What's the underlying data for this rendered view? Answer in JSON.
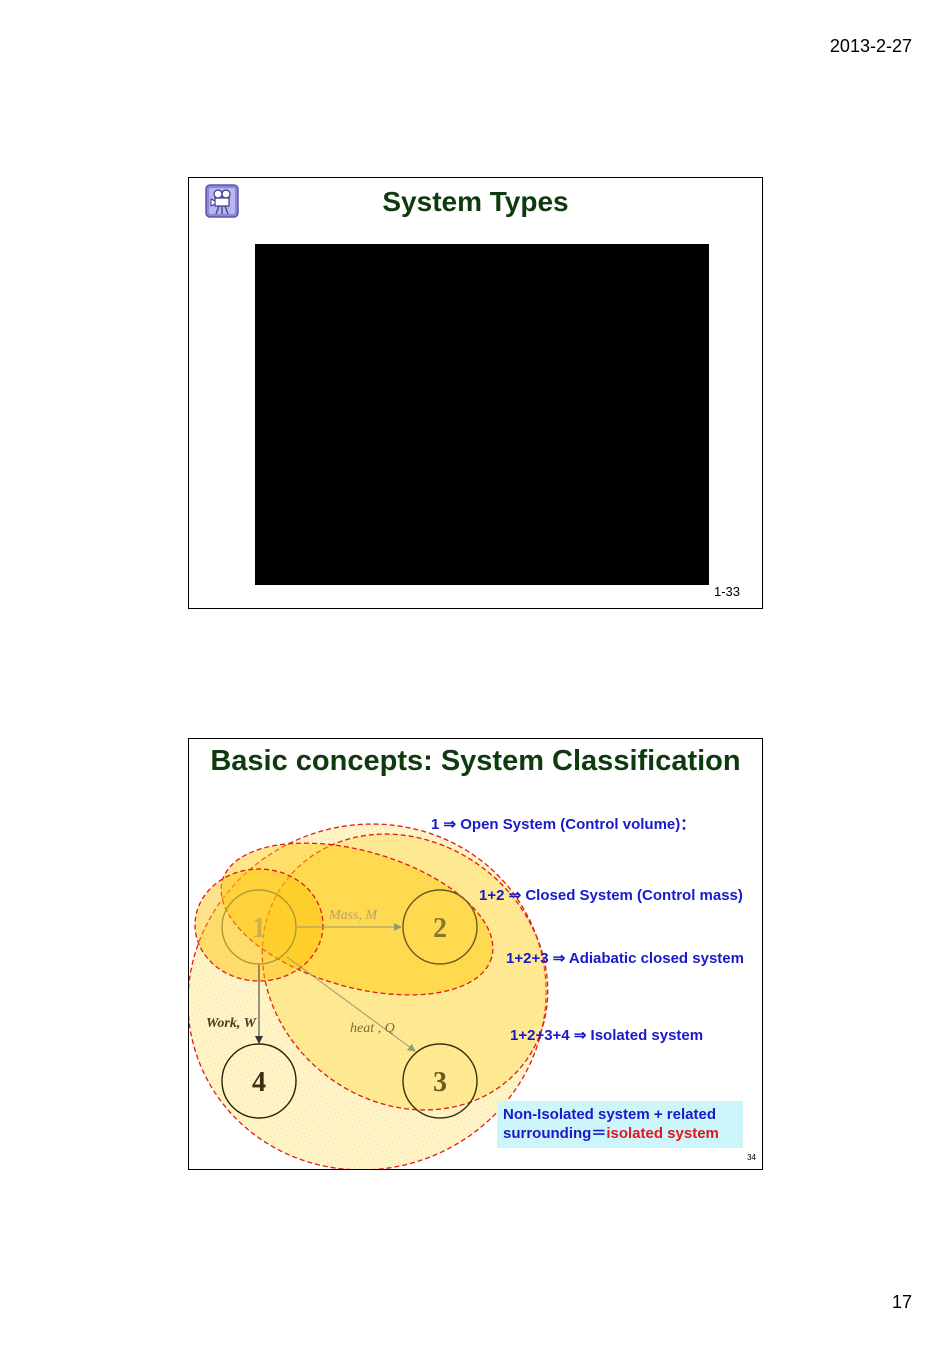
{
  "header": {
    "date": "2013-2-27"
  },
  "footer": {
    "page_number": "17"
  },
  "slide1": {
    "title": "System Types",
    "slide_number": "1-33",
    "icon": "video-camera-icon"
  },
  "slide2": {
    "title": "Basic concepts: System Classification",
    "classifications": [
      "1 ⇒ Open System (Control volume)：",
      "1+2 ⇒ Closed System (Control mass)",
      "1+2+3 ⇒ Adiabatic closed system",
      "1+2+3+4 ⇒ Isolated system"
    ],
    "diagram": {
      "nodes": [
        "1",
        "2",
        "3",
        "4"
      ],
      "arrows": {
        "mass": "Mass, M",
        "heat": "heat , Q",
        "work": "Work, W"
      }
    },
    "note": {
      "line1": "Non-Isolated system + related",
      "line2_prefix": "surrounding＝",
      "line2_highlight": "isolated system"
    },
    "slide_number": "34",
    "colors": {
      "title": "#0f3a0f",
      "label": "#1a1acc",
      "highlight": "#e0161d",
      "region": "#ffd21a",
      "boundary": "#e01a1a"
    }
  }
}
